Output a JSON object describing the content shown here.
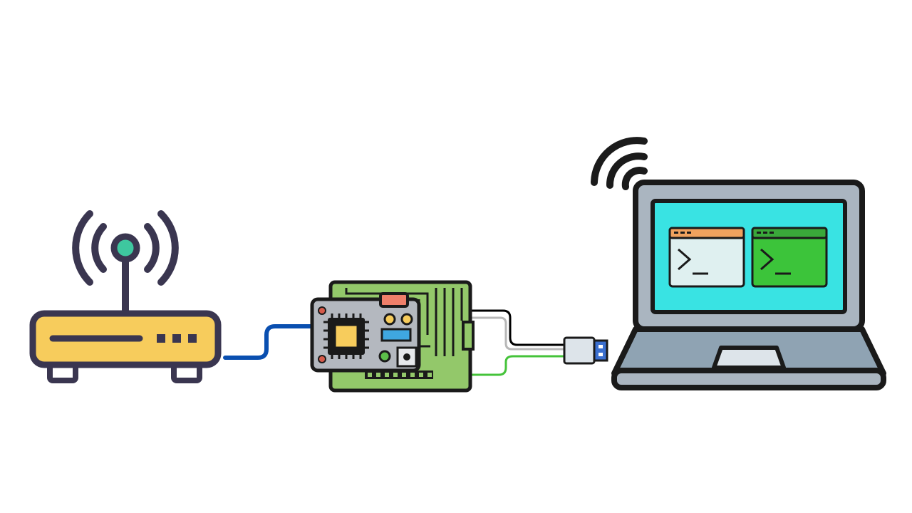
{
  "diagram": {
    "nodes": [
      {
        "id": "router",
        "icon": "wifi-router-icon"
      },
      {
        "id": "board",
        "icon": "circuit-board-icon"
      },
      {
        "id": "usb",
        "icon": "usb-connector-icon"
      },
      {
        "id": "laptop",
        "icon": "laptop-icon"
      }
    ],
    "links": [
      {
        "from": "router",
        "to": "board",
        "type": "ethernet-cable",
        "color": "#0a4fb0"
      },
      {
        "from": "board",
        "to": "usb",
        "type": "serial-wire",
        "color": "#000000"
      },
      {
        "from": "board",
        "to": "usb",
        "type": "serial-wire",
        "color": "#b7b7b7"
      },
      {
        "from": "board",
        "to": "usb",
        "type": "serial-wire",
        "color": "#45c33a"
      },
      {
        "from": "usb",
        "to": "laptop",
        "type": "wireless",
        "color": "#1b1b1b"
      }
    ],
    "terminals": [
      {
        "prompt": ">_",
        "header_color": "#f0a25e",
        "body_color": "#dff0f0"
      },
      {
        "prompt": ">_",
        "header_color": "#3aa83a",
        "body_color": "#3cc43a"
      }
    ],
    "colors": {
      "outline": "#3a3650",
      "router_body": "#f7cc5c",
      "router_led": "#3ec79f",
      "board_green": "#93c86a",
      "module_gray": "#b4b8bf",
      "chip": "#f7cc5c",
      "laptop_frame": "#aab5c0",
      "laptop_screen": "#39e3e3",
      "laptop_base": "#8fa3b3"
    }
  }
}
